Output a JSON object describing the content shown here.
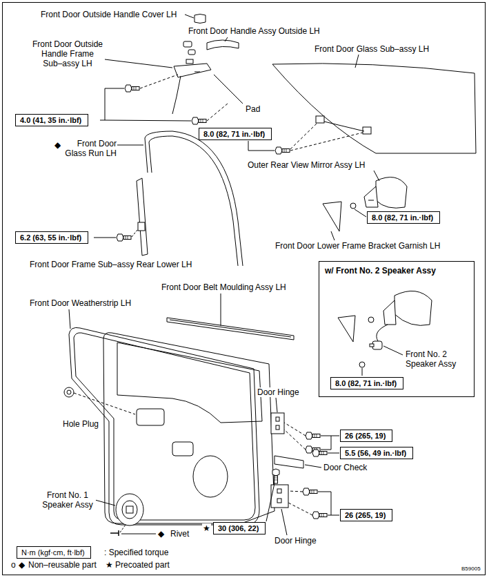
{
  "diagram": {
    "nodes": [
      {
        "text": [
          "4.0 (41, 35 in.·lbf)"
        ]
      },
      {
        "text": [
          "8.0 (82, 71 in.·lbf)"
        ]
      },
      {
        "text": [
          "6.2 (63, 55 in.·lbf)"
        ]
      },
      {
        "text": [
          "8.0 (82, 71 in.·lbf)"
        ]
      },
      {
        "text": [
          "w/ Front No. 2 Speaker Assy"
        ]
      },
      {
        "text": [
          "8.0 (82, 71 in.·lbf)"
        ],
        "in": 4
      },
      {
        "text": [
          "26 (265, 19)"
        ]
      },
      {
        "text": [
          "5.5 (56, 49 in.·lbf)"
        ]
      },
      {
        "text": [
          "30 (306, 22)"
        ]
      },
      {
        "text": [
          "26 (265, 19)"
        ]
      },
      {
        "text": [
          "N·m (kgf·cm, ft·lbf)"
        ]
      }
    ],
    "labels": [
      "Front Door Outside Handle Cover LH",
      "Front Door Handle Assy Outside LH",
      "Front Door Outside Handle Frame Sub–assy LH",
      "Front Door Glass Sub–assy LH",
      "Pad",
      "◆",
      "Front Door Glass Run LH",
      "Outer Rear View Mirror Assy LH",
      "Front Door Frame Sub–assy Rear Lower LH",
      "Front Door Lower Frame Bracket Garnish LH",
      "Front No. 2 Speaker Assy",
      "Front Door Belt Moulding Assy LH",
      "Front Door Weatherstrip LH",
      "Door Hinge",
      "Hole Plug",
      "Door Check",
      "Front No. 1 Speaker Assy",
      "◆",
      "Rivet",
      "★",
      "Door Hinge",
      "o",
      "◆",
      "★",
      "B59005"
    ],
    "legend": [
      {
        "text": ": Specified torque"
      },
      {
        "text": "Non–reusable part"
      },
      {
        "text": "Precoated part"
      }
    ]
  }
}
